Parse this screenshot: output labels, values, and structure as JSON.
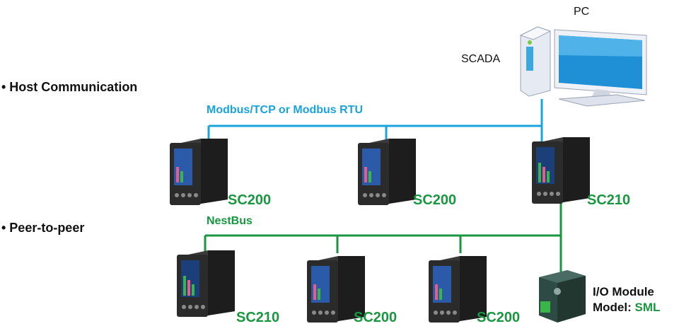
{
  "sections": {
    "host": "• Host Communication",
    "peer": "• Peer-to-peer"
  },
  "pc": {
    "label": "PC",
    "software": "SCADA"
  },
  "buses": {
    "host": {
      "label": "Modbus/TCP or Modbus RTU",
      "color": "#1aa3dc"
    },
    "peer": {
      "label": "NestBus",
      "color": "#1a9641"
    }
  },
  "devices": {
    "host": [
      "SC200",
      "SC200",
      "SC210"
    ],
    "peer": [
      "SC210",
      "SC200",
      "SC200"
    ]
  },
  "io_module": {
    "label": "I/O Module",
    "model_prefix": "Model:",
    "model": "SML"
  },
  "colors": {
    "device_label": "#1a9641",
    "text": "#111111",
    "controller_body": "#2b2b2b",
    "screen": "#2a5aa8",
    "io_module_body": "#2e4a44"
  }
}
